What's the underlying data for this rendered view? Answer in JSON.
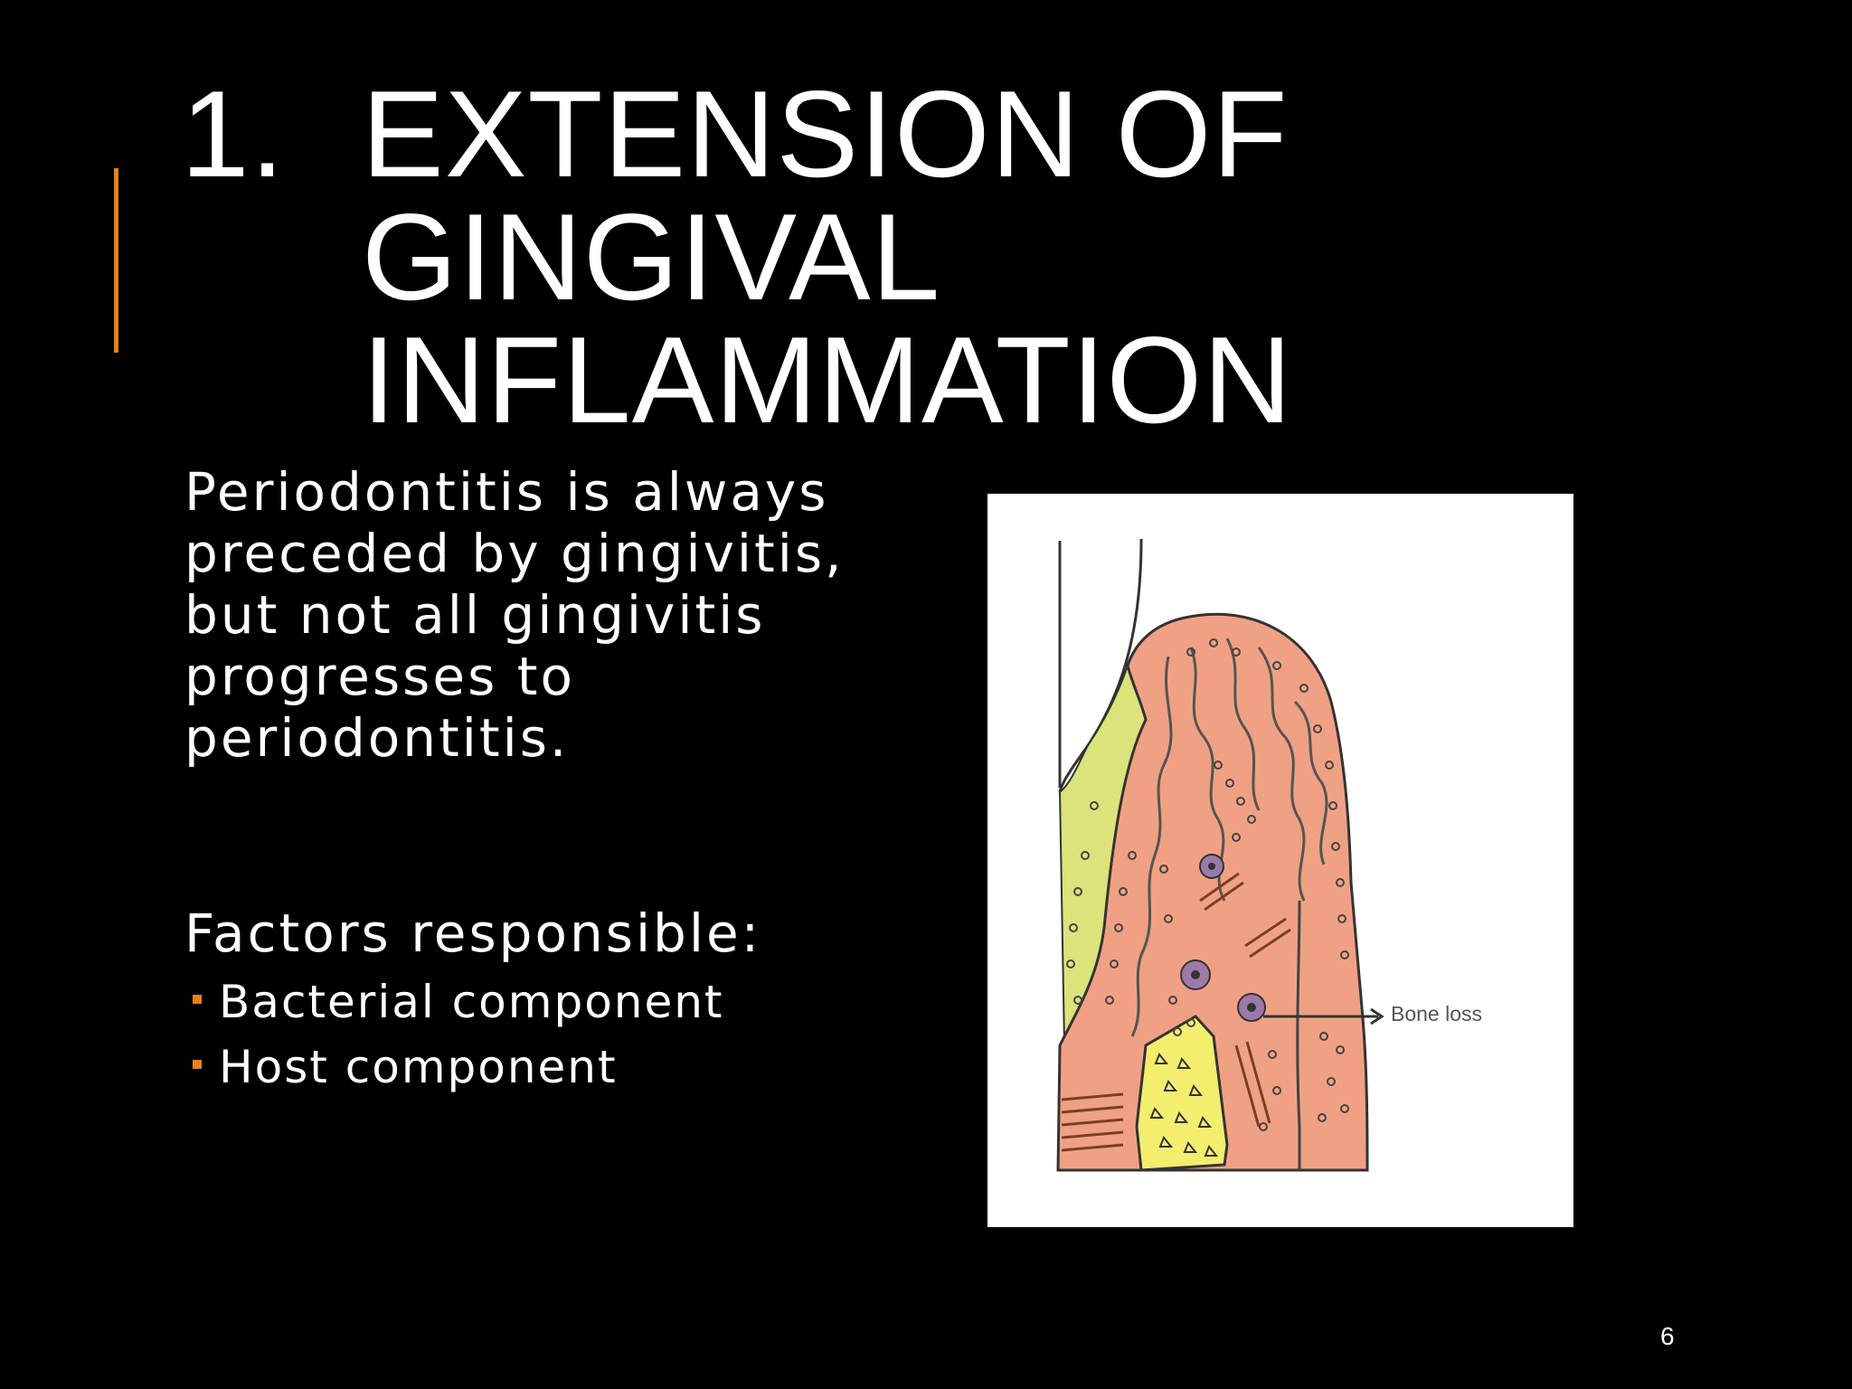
{
  "slide": {
    "title_number": "1.",
    "title_lines": [
      "EXTENSION OF",
      "GINGIVAL",
      "INFLAMMATION"
    ],
    "body_lines": [
      "Periodontitis is always",
      "preceded by gingivitis,",
      "but not all gingivitis",
      "progresses to",
      "periodontitis."
    ],
    "factors_heading": "Factors responsible:",
    "bullets": [
      "Bacterial component",
      "Host component"
    ],
    "figure_label": "Bone loss",
    "page_number": "6"
  },
  "colors": {
    "background": "#000000",
    "text": "#FFFFFF",
    "accent": "#E48312",
    "tissue": "#F0A184",
    "calculus": "#DCE37A",
    "bone": "#F4EE6E"
  }
}
